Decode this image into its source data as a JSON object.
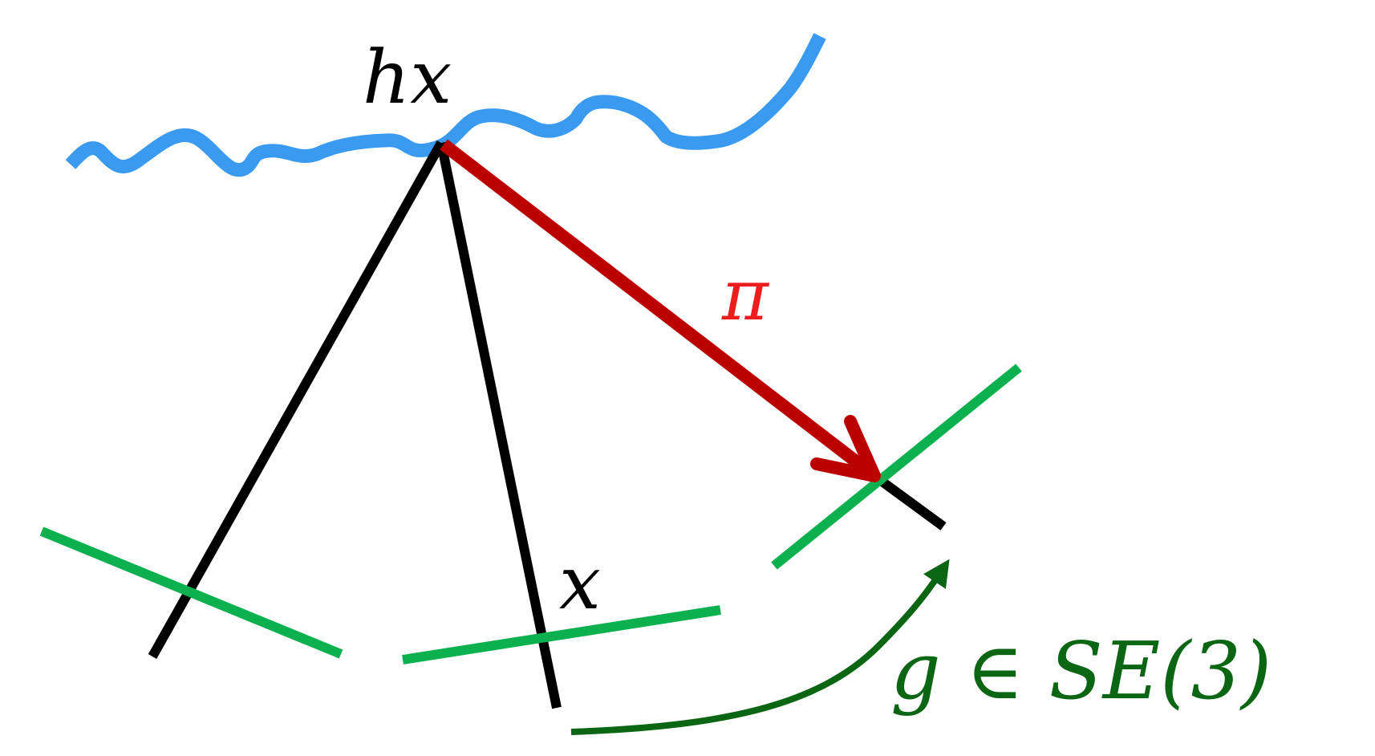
{
  "labels": {
    "hx": "hx",
    "x": "x",
    "pi": "π",
    "g_in_se3": "g ∈ SE(3)"
  },
  "colors": {
    "surface": "#3a9af0",
    "rays": "#000000",
    "camera_planes": "#0cb04f",
    "projection_arrow": "#bb0000",
    "pi_label": "#ee1c1c",
    "transform_arrow": "#0a6612"
  }
}
